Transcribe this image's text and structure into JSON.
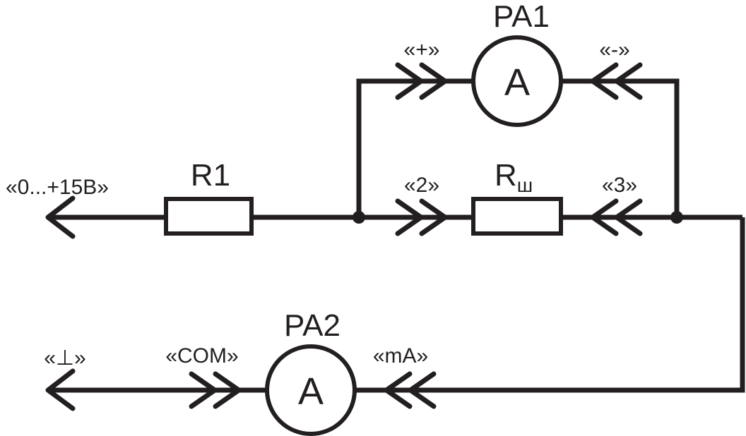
{
  "components": {
    "r1": {
      "label": "R1"
    },
    "rsh": {
      "label": "R",
      "subscript": "ш"
    },
    "pa1": {
      "label": "PA1",
      "symbol": "A"
    },
    "pa2": {
      "label": "PA2",
      "symbol": "A"
    }
  },
  "terminals": {
    "supply": "«0...+15В»",
    "plus": "«+»",
    "minus": "«-»",
    "t2": "«2»",
    "t3": "«3»",
    "ground": "«⊥»",
    "com": "«COM»",
    "ma": "«mA»"
  },
  "colors": {
    "line": "#231f20",
    "background": "#ffffff"
  }
}
